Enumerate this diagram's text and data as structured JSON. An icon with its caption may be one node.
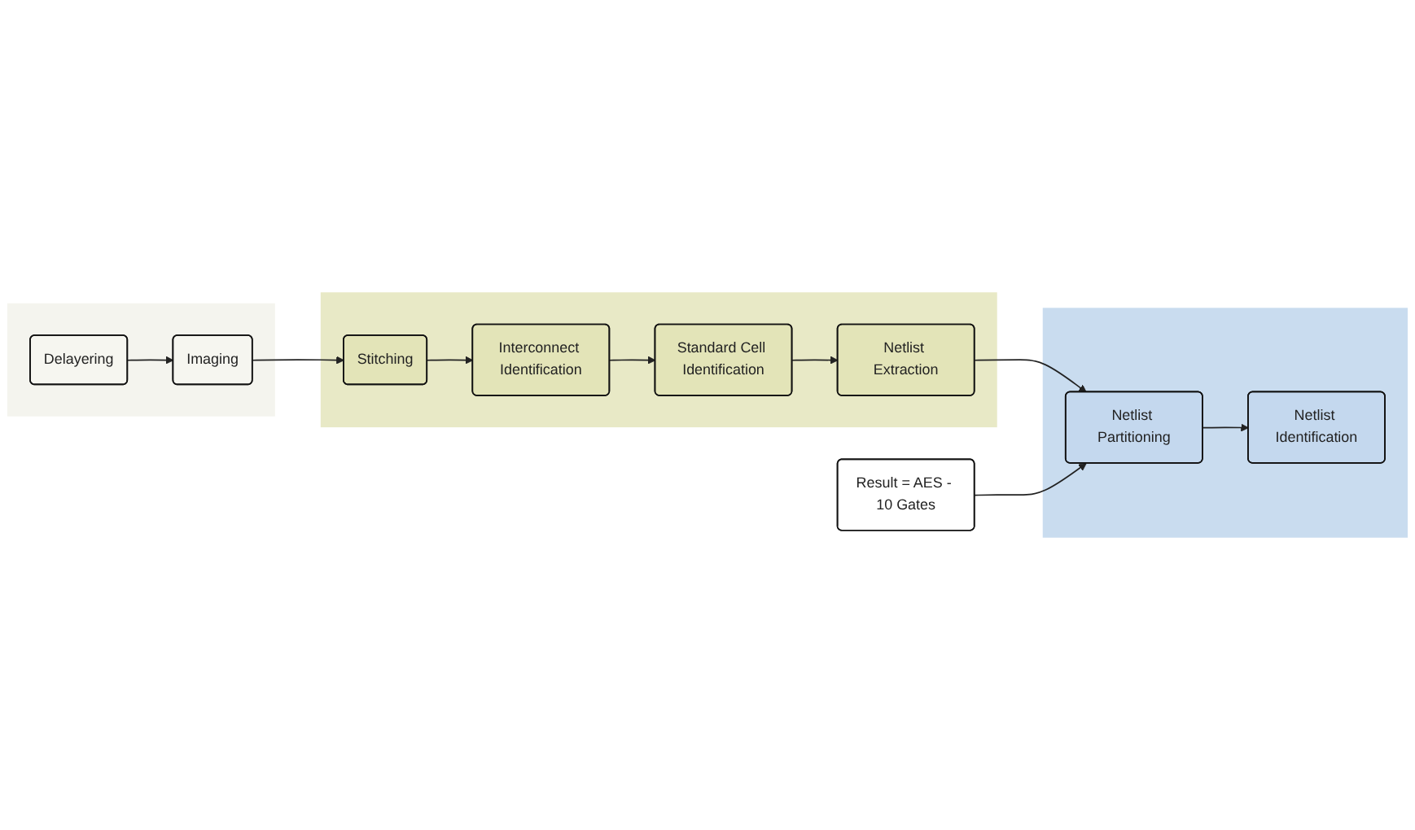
{
  "diagram": {
    "nodes": [
      {
        "text": [],
        "shape": "box"
      },
      {
        "text": [
          "Delayering"
        ],
        "in": 0
      },
      {
        "text": [
          "Imaging"
        ],
        "in": 0
      },
      {
        "text": [],
        "shape": "box"
      },
      {
        "text": [
          "Stitching"
        ],
        "in": 3
      },
      {
        "text": [
          "Interconnect Identification"
        ],
        "in": 3
      },
      {
        "text": [
          "Standard Cell Identification"
        ],
        "in": 3
      },
      {
        "text": [
          "Netlist Extraction"
        ],
        "in": 3
      },
      {
        "text": [],
        "shape": "box"
      },
      {
        "text": [
          "Netlist Partitioning"
        ],
        "in": 8
      },
      {
        "text": [
          "Netlist Identification"
        ],
        "in": 8
      },
      {
        "text": [
          "Result = AES - 10 Gates"
        ]
      }
    ],
    "edges": [
      {
        "from": 1,
        "to": 2,
        "arrow": "to"
      },
      {
        "from": 2,
        "to": 4,
        "arrow": "to"
      },
      {
        "from": 4,
        "to": 5,
        "arrow": "to"
      },
      {
        "from": 5,
        "to": 6,
        "arrow": "to"
      },
      {
        "from": 6,
        "to": 7,
        "arrow": "to"
      },
      {
        "from": 7,
        "to": 9,
        "arrow": "to"
      },
      {
        "from": 9,
        "to": 10,
        "arrow": "to"
      },
      {
        "from": 11,
        "to": 9,
        "arrow": "to"
      }
    ]
  }
}
